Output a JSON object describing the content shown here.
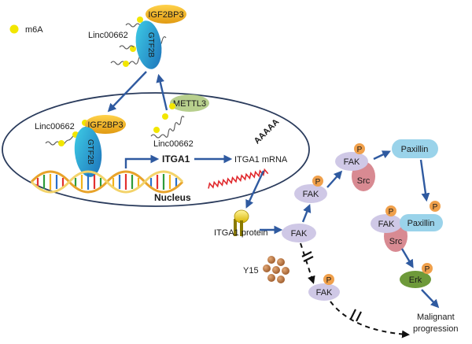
{
  "legend": {
    "m6a_label": "m6A"
  },
  "labels": {
    "nucleus": "Nucleus",
    "igf2bp3": "IGF2BP3",
    "gtf2b": "GTF2B",
    "linc": "Linc00662",
    "mettl3": "METTL3",
    "itga1": "ITGA1",
    "itga1_mrna": "ITGA1 mRNA",
    "polya": "AAAAA",
    "itga1_protein": "ITGA1 protein",
    "fak": "FAK",
    "src": "Src",
    "paxillin": "Paxillin",
    "erk": "Erk",
    "y15": "Y15",
    "p": "P",
    "malignant1": "Malignant",
    "malignant2": "progression"
  },
  "colors": {
    "arrow": "#2f5aa0",
    "m6a": "#f2e600",
    "igf2bp3": "#f0b21c",
    "gtf2b": "#2a8ec9",
    "mettl3": "#b7cf8d",
    "fak": "#cfc8e6",
    "src": "#d88a92",
    "paxillin": "#9ad3ea",
    "erk": "#6e9a3a",
    "phospho": "#f0a04b",
    "mrna": "#e0282c",
    "y15": "#b9713b"
  }
}
